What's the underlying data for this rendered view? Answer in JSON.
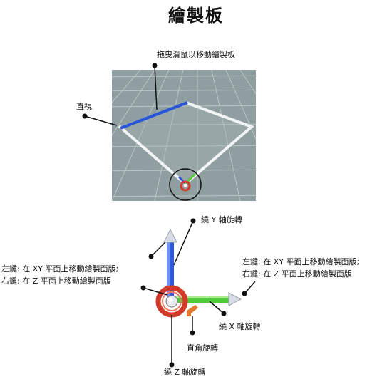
{
  "title": "繪製板",
  "top": {
    "drag_label": "拖曳滑鼠以移動繪製板",
    "edge_label": "直視"
  },
  "gizmo": {
    "y_rotate": "繞 Y 軸旋轉",
    "left_line1": "左鍵: 在 XY 平面上移動繪製面版;",
    "left_line2": "右鍵: 在 Z 平面上移動繪製面版",
    "right_line1": "左鍵: 在 XY 平面上移動繪製面版;",
    "right_line2": "右鍵: 在 Z 平面上移動繪製面版",
    "x_rotate": "繞 X 軸旋轉",
    "right_angle": "直角旋轉",
    "z_rotate": "繞 Z 軸旋轉"
  },
  "colors": {
    "viewport_bg": "#8f9ea0",
    "grid_line": "#c8d2d3",
    "highlight_edge": "#2855d8",
    "axis_y": "#2f58d6",
    "axis_x": "#4fcc3a",
    "rotate_ring": "#d33a2a",
    "right_angle_handle": "#e5782f"
  }
}
